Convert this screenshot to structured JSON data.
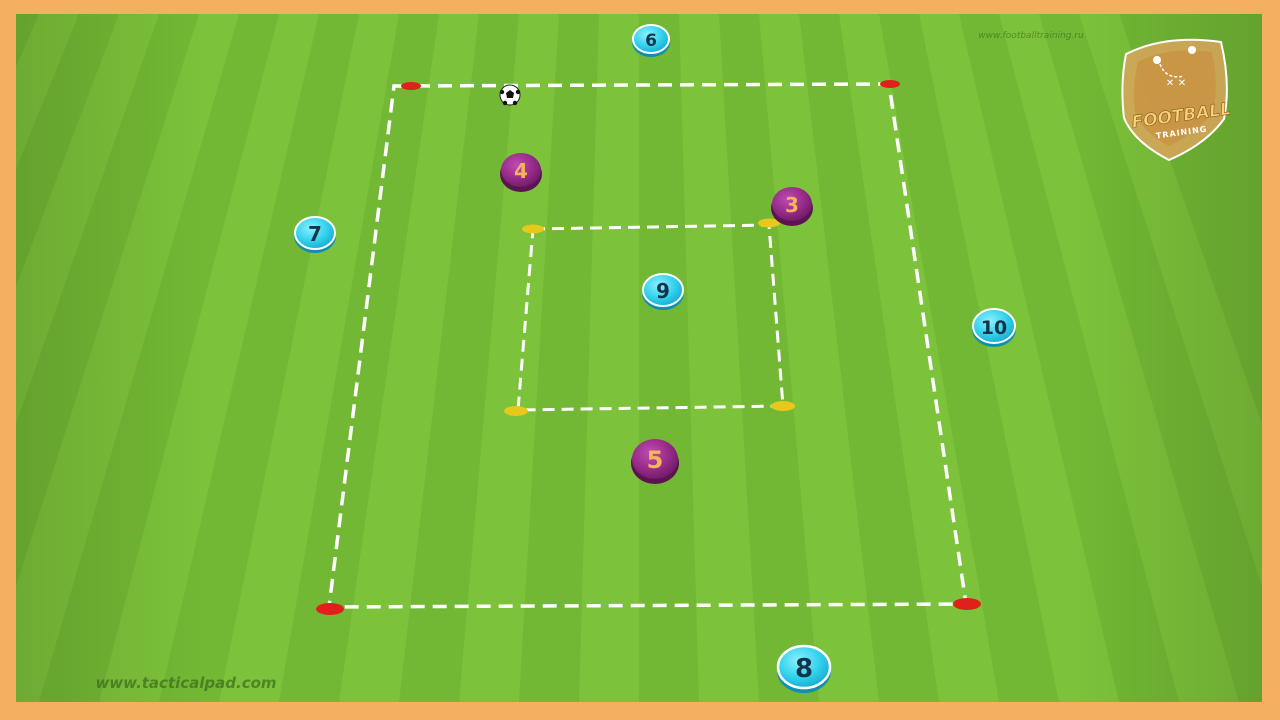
{
  "watermark_top": "www.footballtraining.ru",
  "watermark_bottom": "www.tacticalpad.com",
  "logo": {
    "line1": "FOOTBALL",
    "line2": "TRAINING"
  },
  "colors": {
    "grass_light": "#7cc23a",
    "grass_dark": "#5ea52a",
    "frame": "#f4b060",
    "team_blue": "#35d6f0",
    "team_purple": "#9a2a8c",
    "purple_text": "#f3b45a",
    "cone_red": "#e0201a",
    "cone_yellow": "#e8c81a",
    "line": "#ffffff"
  },
  "players_blue": [
    {
      "number": "6"
    },
    {
      "number": "7"
    },
    {
      "number": "9"
    },
    {
      "number": "10"
    },
    {
      "number": "8"
    }
  ],
  "players_purple": [
    {
      "number": "4"
    },
    {
      "number": "3"
    },
    {
      "number": "5"
    }
  ]
}
